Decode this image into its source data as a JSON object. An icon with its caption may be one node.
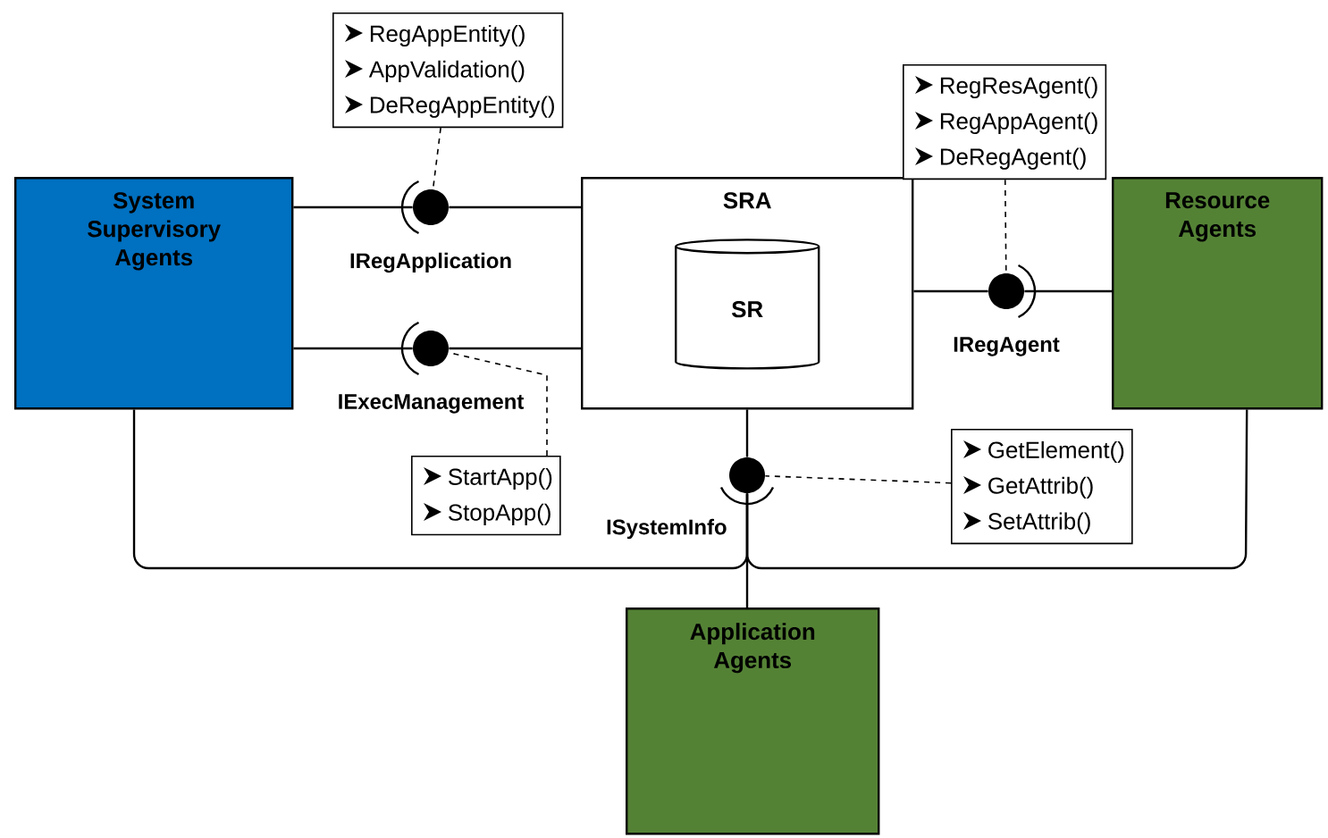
{
  "diagram": {
    "nodes": [
      {
        "text": [
          "System Supervisory Agents"
        ]
      },
      {
        "text": [
          "SRA"
        ]
      },
      {
        "text": [
          "SR"
        ],
        "in": 1
      },
      {
        "text": [
          "Resource Agents"
        ]
      },
      {
        "text": [
          "Application Agents"
        ]
      },
      {
        "text": [
          "IRegApplication"
        ]
      },
      {
        "text": [
          "IExecManagement"
        ]
      },
      {
        "text": [
          "IRegAgent"
        ]
      },
      {
        "text": [
          "ISystemInfo"
        ]
      },
      {
        "text": [
          "RegAppEntity()",
          "AppValidation()",
          "DeRegAppEntity()"
        ]
      },
      {
        "text": [
          "RegResAgent()",
          "RegAppAgent()",
          "DeRegAgent()"
        ]
      },
      {
        "text": [
          "StartApp()",
          "StopApp()"
        ]
      },
      {
        "text": [
          "GetElement()",
          "GetAttrib()",
          "SetAttrib()"
        ]
      }
    ],
    "edges": [
      {
        "from": 0,
        "to": 5,
        "arrow": "none"
      },
      {
        "from": 5,
        "to": 1,
        "arrow": "none"
      },
      {
        "from": 0,
        "to": 6,
        "arrow": "none"
      },
      {
        "from": 6,
        "to": 1,
        "arrow": "none"
      },
      {
        "from": 1,
        "to": 7,
        "arrow": "none"
      },
      {
        "from": 7,
        "to": 3,
        "arrow": "none"
      },
      {
        "from": 1,
        "to": 8,
        "arrow": "none"
      },
      {
        "from": 8,
        "to": 4,
        "arrow": "none"
      },
      {
        "from": 0,
        "to": 8,
        "arrow": "none"
      },
      {
        "from": 3,
        "to": 8,
        "arrow": "none"
      },
      {
        "from": 9,
        "to": 5,
        "arrow": "none",
        "style": "dashed"
      },
      {
        "from": 10,
        "to": 7,
        "arrow": "none",
        "style": "dashed"
      },
      {
        "from": 11,
        "to": 6,
        "arrow": "none",
        "style": "dashed"
      },
      {
        "from": 12,
        "to": 8,
        "arrow": "none",
        "style": "dashed"
      }
    ]
  }
}
